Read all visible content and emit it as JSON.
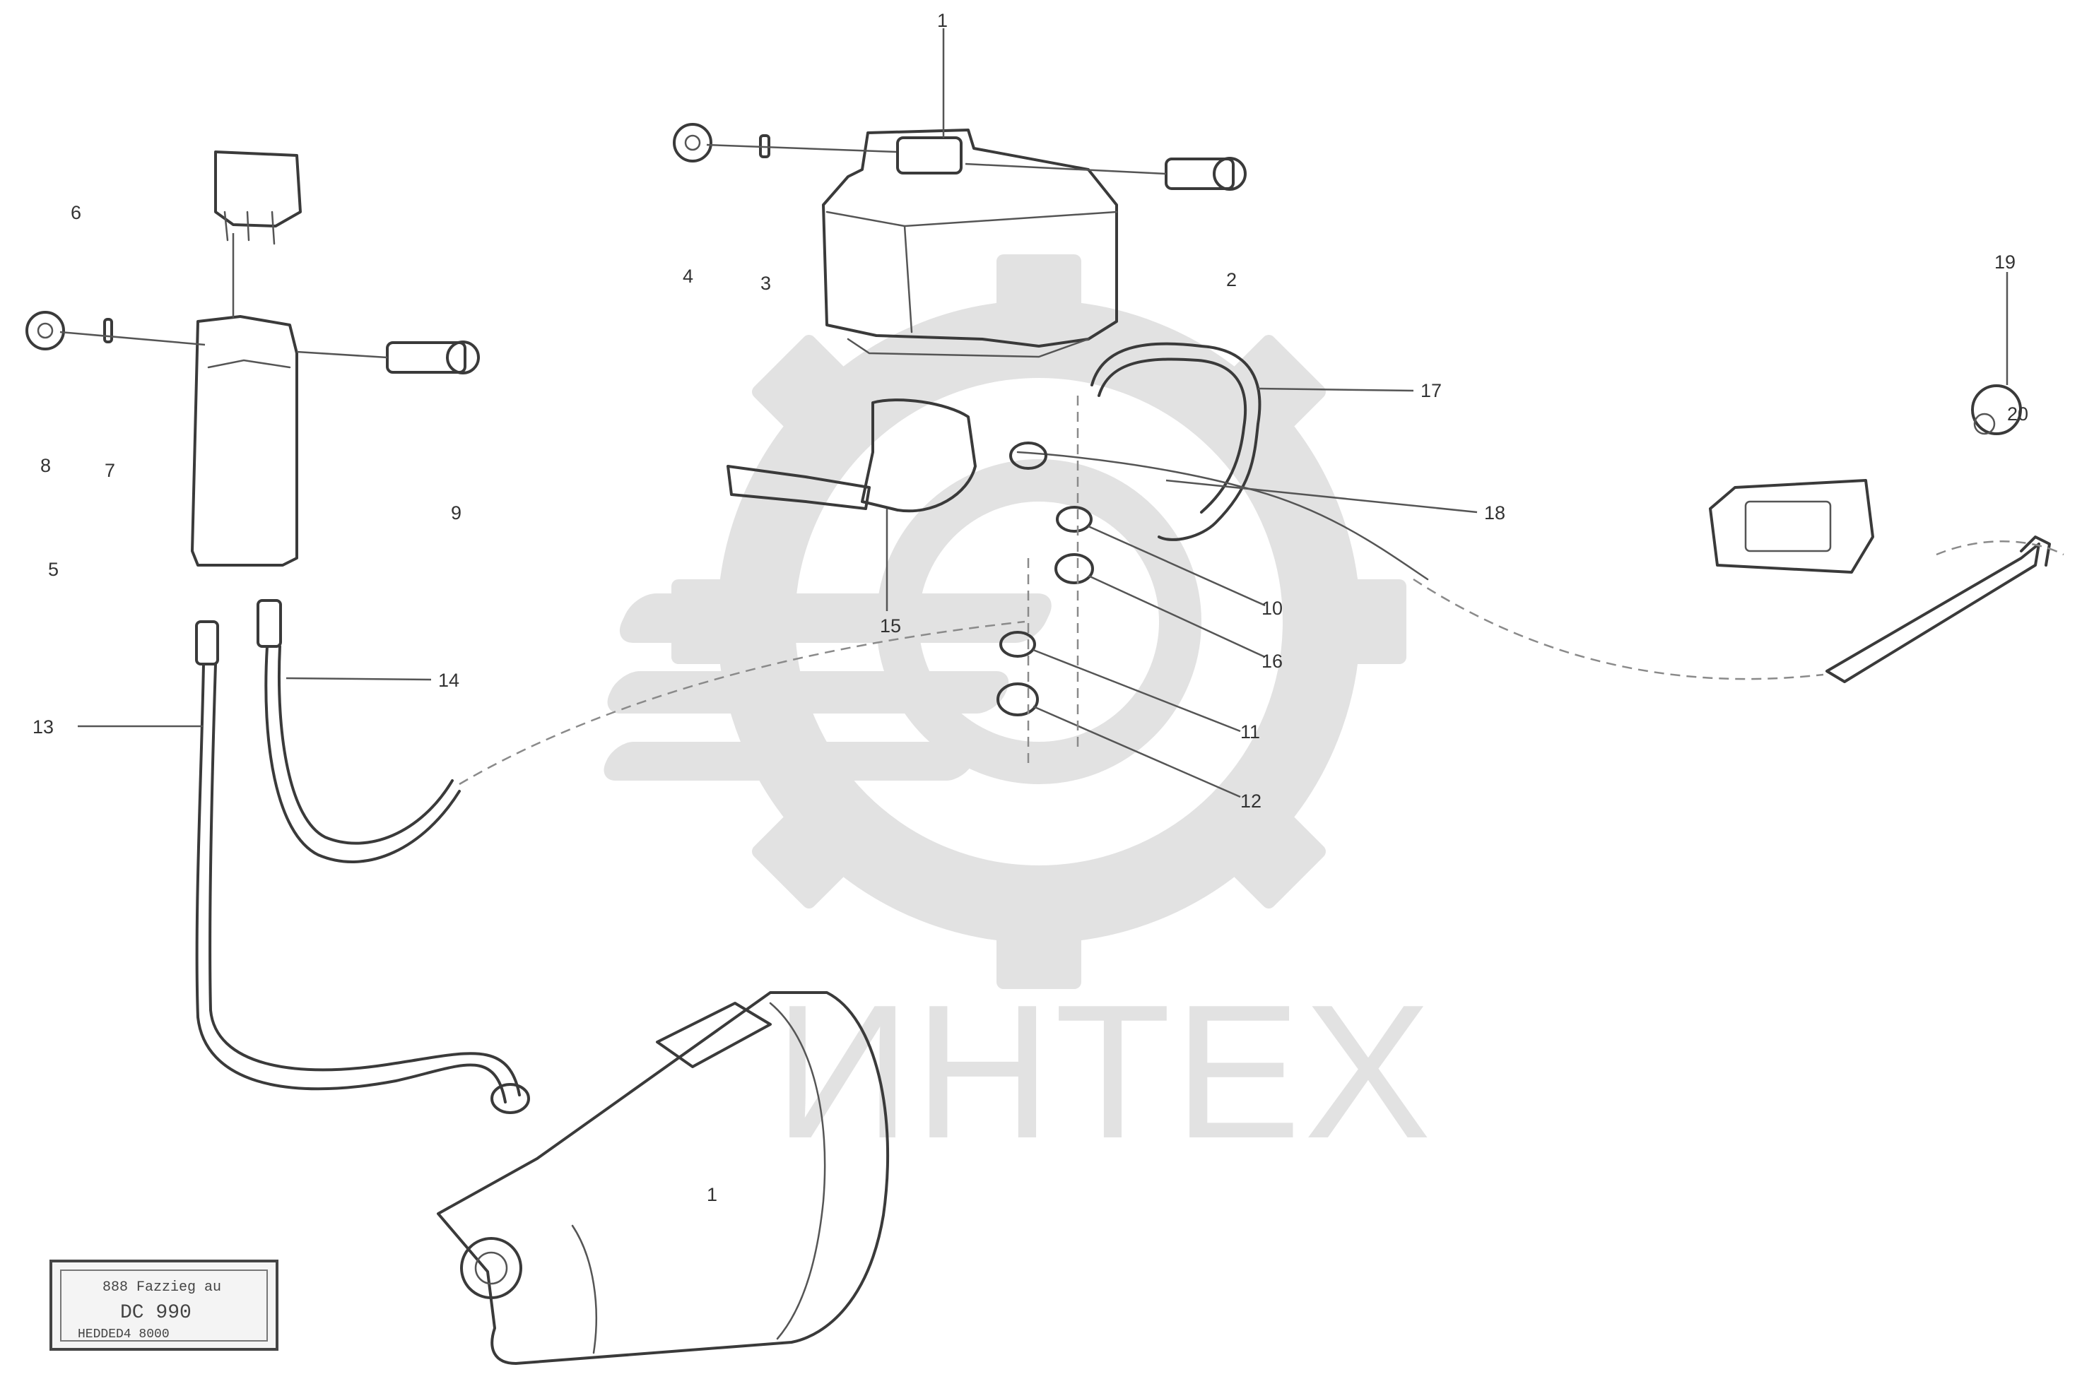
{
  "watermark": {
    "text": "ИНТЕХ",
    "color": "#e2e2e2"
  },
  "callouts": {
    "c1": "1",
    "c2": "2",
    "c3": "3",
    "c4": "4",
    "c5": "5",
    "c6": "6",
    "c7": "7",
    "c8": "8",
    "c9": "9",
    "c10": "10",
    "c11": "11",
    "c12": "12",
    "c13": "13",
    "c14": "14",
    "c15": "15",
    "c16": "16",
    "c17": "17",
    "c18": "18",
    "c19": "19",
    "c20": "20"
  },
  "plate": {
    "line1": "888 Fazzieg au",
    "line2": "DC 990",
    "line3": "HEDDED4 8000"
  }
}
